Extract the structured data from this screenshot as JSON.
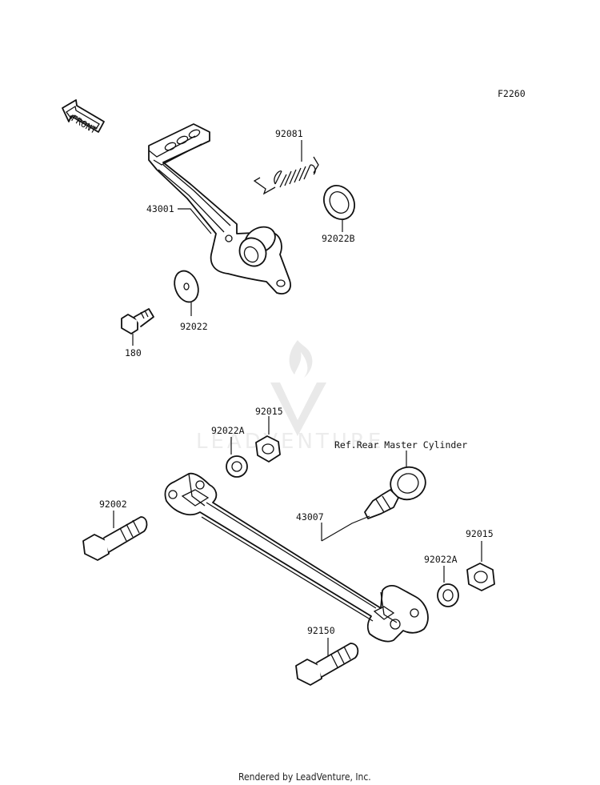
{
  "figure_code": "F2260",
  "front_arrow_label": "FRONT",
  "watermark_text": "LEADVENTURE",
  "parts": {
    "p43001": "43001",
    "p92081": "92081",
    "p92022B": "92022B",
    "p92022": "92022",
    "p180": "180",
    "p92015_a": "92015",
    "p92022A_a": "92022A",
    "p92002": "92002",
    "p43007": "43007",
    "p92015_b": "92015",
    "p92022A_b": "92022A",
    "p92150": "92150"
  },
  "reference_label": "Ref.Rear Master Cylinder",
  "footer": "Rendered by LeadVenture, Inc."
}
